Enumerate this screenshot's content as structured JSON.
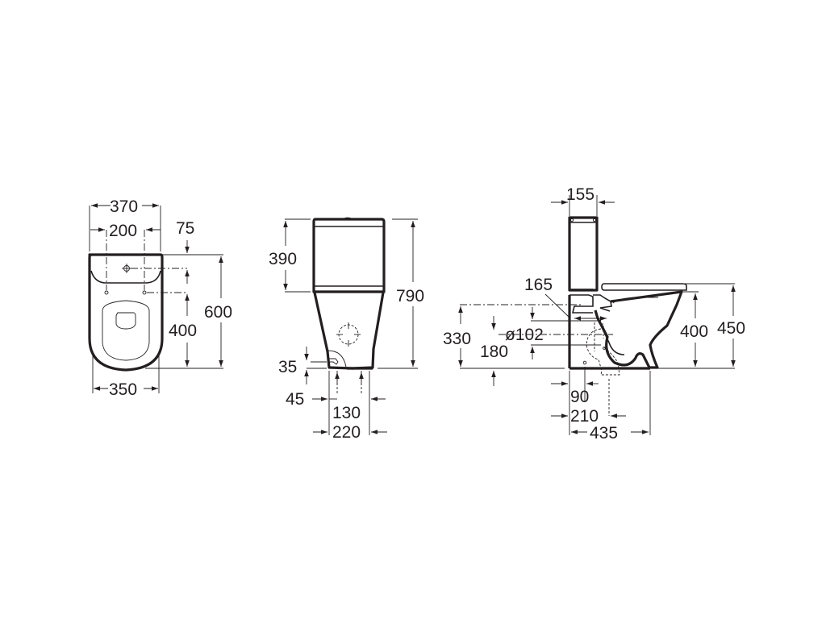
{
  "drawing": {
    "subject": "Close-coupled toilet technical drawing",
    "units": "mm",
    "line_color": "#231f20",
    "background": "#ffffff"
  },
  "views": {
    "top": {
      "name": "Top view",
      "dims": {
        "overall_width": "370",
        "fixing_spacing": "200",
        "inlet_offset": "75",
        "fixing_depth": "400",
        "overall_depth": "600",
        "bowl_width": "350"
      }
    },
    "front": {
      "name": "Front view",
      "dims": {
        "cistern_height": "390",
        "overall_height": "790",
        "inlet_height": "35",
        "inlet_side_offset": "45",
        "fixing_spacing": "130",
        "base_width": "220"
      }
    },
    "side": {
      "name": "Side view",
      "dims": {
        "cistern_depth": "155",
        "outlet_offset": "165",
        "outlet_center_height": "330",
        "outlet_low_height": "180",
        "outlet_diameter": "ø102",
        "rim_height": "400",
        "seat_height": "450",
        "floor_fixing_1": "90",
        "floor_fixing_2": "210",
        "overall_length": "435"
      }
    }
  }
}
